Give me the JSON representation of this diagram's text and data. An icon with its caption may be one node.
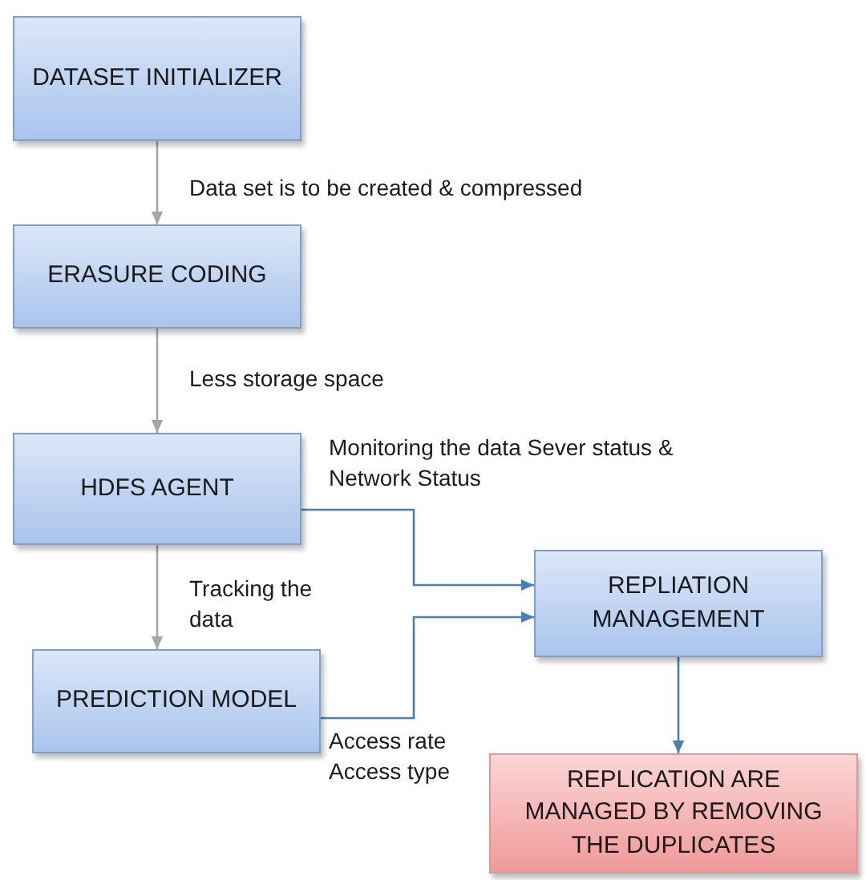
{
  "diagram": {
    "nodes": [
      {
        "text": [
          "DATASET INITIALIZER"
        ]
      },
      {
        "text": [
          "ERASURE CODING"
        ]
      },
      {
        "text": [
          "HDFS AGENT"
        ]
      },
      {
        "text": [
          "PREDICTION MODEL"
        ]
      },
      {
        "text": [
          "REPLIATION MANAGEMENT"
        ]
      },
      {
        "text": [
          "REPLICATION ARE MANAGED BY REMOVING THE DUPLICATES"
        ]
      }
    ],
    "edges": [
      {
        "from": 0,
        "to": 1,
        "arrow": "to",
        "label": "Data set is to be created & compressed"
      },
      {
        "from": 1,
        "to": 2,
        "arrow": "to",
        "label": "Less storage space"
      },
      {
        "from": 2,
        "to": 3,
        "arrow": "to",
        "label": "Tracking  the data"
      },
      {
        "from": 2,
        "to": 4,
        "arrow": "to",
        "label": "Monitoring the data Sever status & Network Status",
        "color": "#4a7ebb"
      },
      {
        "from": 3,
        "to": 4,
        "arrow": "to",
        "label": "Access rate Access type",
        "color": "#4a7ebb"
      },
      {
        "from": 4,
        "to": 5,
        "arrow": "to",
        "color": "#4a7ebb"
      }
    ]
  }
}
